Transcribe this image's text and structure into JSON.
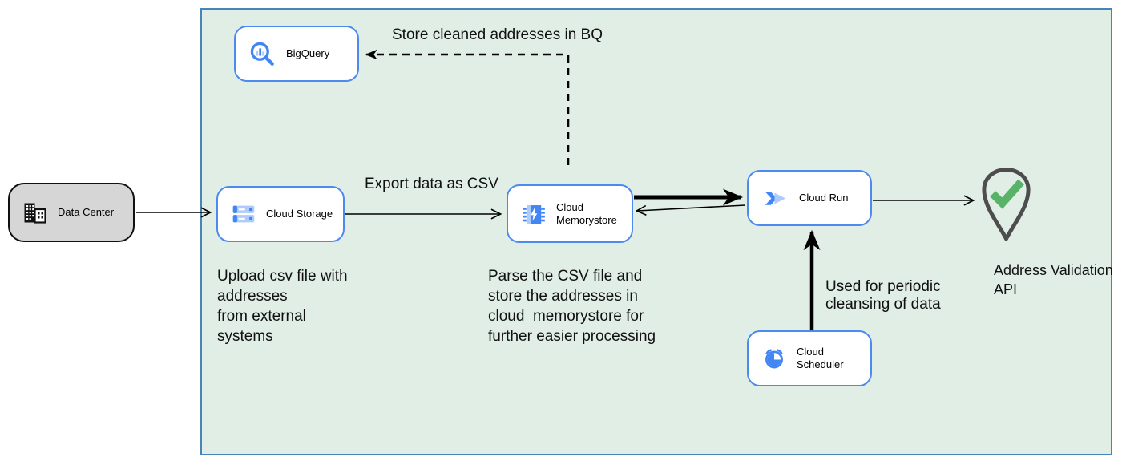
{
  "colors": {
    "boundary-border": "#4a84b6",
    "boundary-fill": "#e0eee6",
    "node-border": "#4d8af0",
    "node-fill": "#ffffff",
    "datacenter-fill": "#d6d6d6",
    "icon-blue": "#4285f4",
    "icon-blue-light": "#aecbfa",
    "check-green": "#58b368",
    "pin-outline": "#4d4d4d",
    "arrow-color": "#000000"
  },
  "nodes": {
    "data_center": {
      "label": "Data Center"
    },
    "bigquery": {
      "label": "BigQuery"
    },
    "cloud_storage": {
      "label": "Cloud Storage"
    },
    "cloud_memorystore": {
      "label": "Cloud Memorystore"
    },
    "cloud_run": {
      "label": "Cloud Run"
    },
    "cloud_scheduler": {
      "label": "Cloud Scheduler"
    },
    "address_validation_api": {
      "label": "Address Validation API"
    }
  },
  "edge_labels": {
    "store_bq": "Store cleaned addresses in BQ",
    "export_csv": "Export data as CSV",
    "periodic": "Used for periodic\ncleansing of data"
  },
  "annotations": {
    "upload": "Upload csv file with\naddresses\nfrom external\nsystems",
    "parse": "Parse the CSV file and\nstore the addresses in\ncloud  memorystore for\nfurther easier processing"
  }
}
